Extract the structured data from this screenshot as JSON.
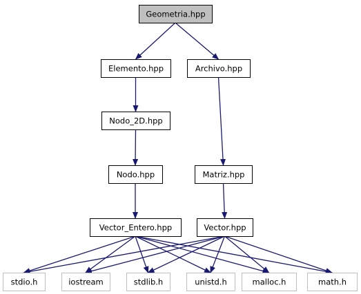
{
  "nodes": {
    "geometria": {
      "label": "Geometria.hpp",
      "kind": "root"
    },
    "elemento": {
      "label": "Elemento.hpp",
      "kind": "local"
    },
    "archivo": {
      "label": "Archivo.hpp",
      "kind": "local"
    },
    "nodo2d": {
      "label": "Nodo_2D.hpp",
      "kind": "local"
    },
    "nodo": {
      "label": "Nodo.hpp",
      "kind": "local"
    },
    "matriz": {
      "label": "Matriz.hpp",
      "kind": "local"
    },
    "vector_entero": {
      "label": "Vector_Entero.hpp",
      "kind": "local"
    },
    "vector": {
      "label": "Vector.hpp",
      "kind": "local"
    },
    "stdio": {
      "label": "stdio.h",
      "kind": "system"
    },
    "iostream": {
      "label": "iostream",
      "kind": "system"
    },
    "stdlib": {
      "label": "stdlib.h",
      "kind": "system"
    },
    "unistd": {
      "label": "unistd.h",
      "kind": "system"
    },
    "malloc": {
      "label": "malloc.h",
      "kind": "system"
    },
    "math": {
      "label": "math.h",
      "kind": "system"
    }
  },
  "edges": [
    [
      "geometria",
      "elemento"
    ],
    [
      "geometria",
      "archivo"
    ],
    [
      "elemento",
      "nodo2d"
    ],
    [
      "nodo2d",
      "nodo"
    ],
    [
      "nodo",
      "vector_entero"
    ],
    [
      "archivo",
      "matriz"
    ],
    [
      "matriz",
      "vector"
    ],
    [
      "vector_entero",
      "stdio"
    ],
    [
      "vector_entero",
      "iostream"
    ],
    [
      "vector_entero",
      "stdlib"
    ],
    [
      "vector_entero",
      "unistd"
    ],
    [
      "vector_entero",
      "malloc"
    ],
    [
      "vector_entero",
      "math"
    ],
    [
      "vector",
      "stdio"
    ],
    [
      "vector",
      "iostream"
    ],
    [
      "vector",
      "stdlib"
    ],
    [
      "vector",
      "unistd"
    ],
    [
      "vector",
      "malloc"
    ],
    [
      "vector",
      "math"
    ]
  ],
  "colors": {
    "edge": "#191970",
    "root_fill": "#bfbfbf",
    "node_fill": "#ffffff",
    "node_border": "#000000",
    "system_border": "#bfbfbf"
  }
}
